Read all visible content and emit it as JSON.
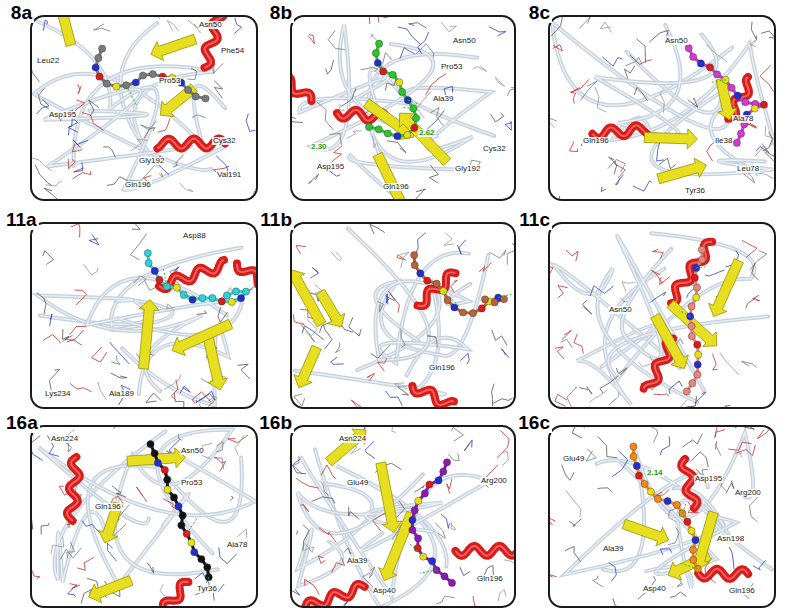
{
  "diagram": {
    "nodes": [
      {
        "text": [
          "8a"
        ]
      },
      {
        "text": [
          "8b"
        ]
      },
      {
        "text": [
          "8c"
        ]
      },
      {
        "text": [
          "11a"
        ]
      },
      {
        "text": [
          "11b"
        ]
      },
      {
        "text": [
          "11c"
        ]
      },
      {
        "text": [
          "16a"
        ]
      },
      {
        "text": [
          "16b"
        ]
      },
      {
        "text": [
          "16c"
        ]
      }
    ],
    "labels": [
      "Asn50",
      "Phe54",
      "Leu22",
      "Pro53",
      "Asp195",
      "Gly192",
      "Cys32",
      "Val191",
      "Gln196",
      "Asn50",
      "Pro53",
      "Ala39",
      "2.30",
      "2.62",
      "Asp195",
      "Cys32",
      "Gly192",
      "Gln196",
      "Asn50",
      "Gln196",
      "Ala78",
      "Ile38",
      "Leu78",
      "Tyr36",
      "Asp88",
      "Lys234",
      "Ala189",
      "Gln196",
      "Asn50",
      "Asn224",
      "Asn50",
      "Pro53",
      "Gln196",
      "Ala78",
      "Tyr36",
      "Asn224",
      "Glu49",
      "Arg200",
      "Ala39",
      "Gln196",
      "Asp40",
      "Glu49",
      "2.14",
      "Asp195",
      "Arg200",
      "Asn198",
      "Ala39",
      "Asp40",
      "Gln196"
    ]
  }
}
